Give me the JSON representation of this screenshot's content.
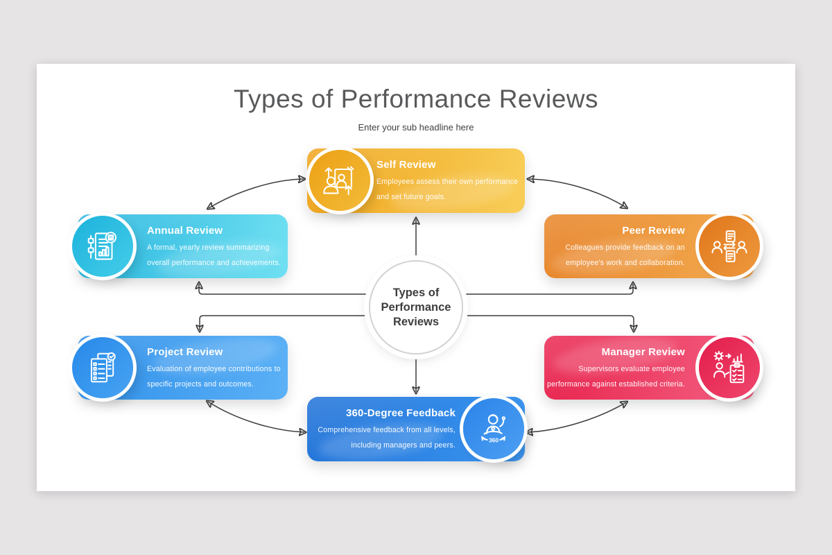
{
  "header": {
    "title": "Types of Performance Reviews",
    "subtitle": "Enter your sub headline here"
  },
  "center": {
    "text": "Types of Performance Reviews"
  },
  "cards": [
    {
      "id": "self-review",
      "title": "Self Review",
      "description": "Employees assess their own performance and set future goals.",
      "icon": "self-review-icon",
      "color_start": "#EFA41C",
      "color_end": "#F8CE58"
    },
    {
      "id": "annual-review",
      "title": "Annual Review",
      "description": "A formal, yearly review summarizing overall performance and achievements.",
      "icon": "annual-review-icon",
      "color_start": "#27B5DE",
      "color_end": "#70E0F2"
    },
    {
      "id": "peer-review",
      "title": "Peer Review",
      "description": "Colleagues provide feedback on an employee's work and collaboration.",
      "icon": "peer-review-icon",
      "color_start": "#E8862A",
      "color_end": "#F2A94F"
    },
    {
      "id": "project-review",
      "title": "Project Review",
      "description": "Evaluation of employee contributions to specific projects and outcomes.",
      "icon": "project-review-icon",
      "color_start": "#2E8FE9",
      "color_end": "#5CB1F6"
    },
    {
      "id": "manager-review",
      "title": "Manager Review",
      "description": "Supervisors evaluate employee performance against established criteria.",
      "icon": "manager-review-icon",
      "color_start": "#E92952",
      "color_end": "#F25C7E"
    },
    {
      "id": "360-degree-feedback",
      "title": "360-Degree Feedback",
      "description": "Comprehensive feedback from all levels, including managers and peers.",
      "icon": "feedback-360-icon",
      "icon_label": "360",
      "color_start": "#1E71D8",
      "color_end": "#3D97F0"
    }
  ],
  "arrow_color": "#3C3C3C"
}
